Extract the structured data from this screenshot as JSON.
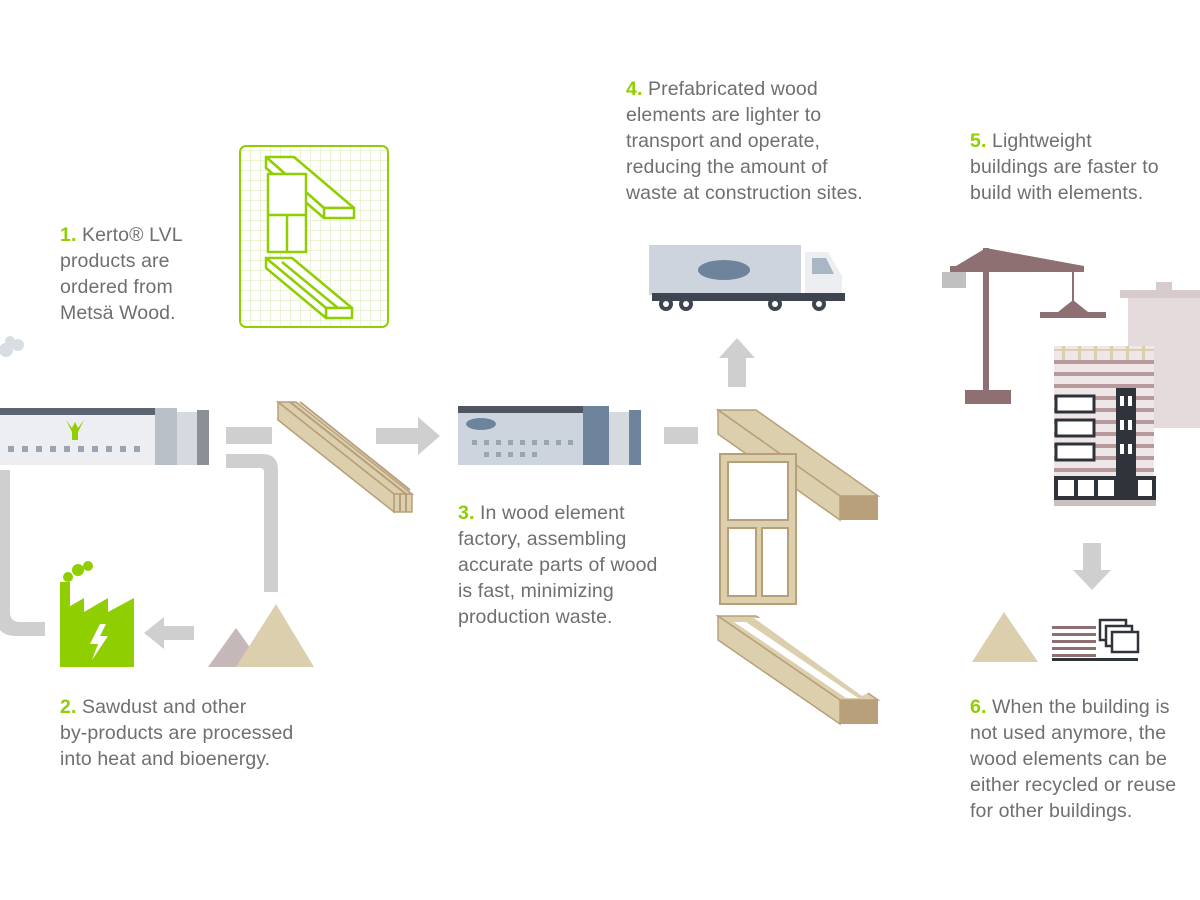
{
  "steps": [
    {
      "num": "1.",
      "lines": [
        "Kerto® LVL",
        "products are",
        "ordered from",
        "Metsä Wood."
      ]
    },
    {
      "num": "2.",
      "lines": [
        "Sawdust and other",
        "by-products are processed",
        "into heat and bioenergy."
      ]
    },
    {
      "num": "3.",
      "lines": [
        "In wood element",
        "factory, assembling",
        "accurate parts of wood",
        "is fast, minimizing",
        "production waste."
      ]
    },
    {
      "num": "4.",
      "lines": [
        "Prefabricated wood",
        "elements are lighter to",
        "transport and operate,",
        "reducing the amount of",
        "waste at construction sites."
      ]
    },
    {
      "num": "5.",
      "lines": [
        "Lightweight",
        "buildings are faster to",
        "build with elements."
      ]
    },
    {
      "num": "6.",
      "lines": [
        "When the building is",
        "not used anymore, the",
        "wood elements can be",
        "either recycled or reuse",
        "for other buildings."
      ]
    }
  ],
  "colors": {
    "accent": "#8fce00",
    "wood": "#dccfae",
    "wood_dark": "#b8a07a",
    "factory_body": "#cdd4dd",
    "factory_dark": "#6e849c",
    "arrow": "#cfcfcf",
    "crane": "#8e6f72",
    "building_stripe": "#b99a9c"
  }
}
